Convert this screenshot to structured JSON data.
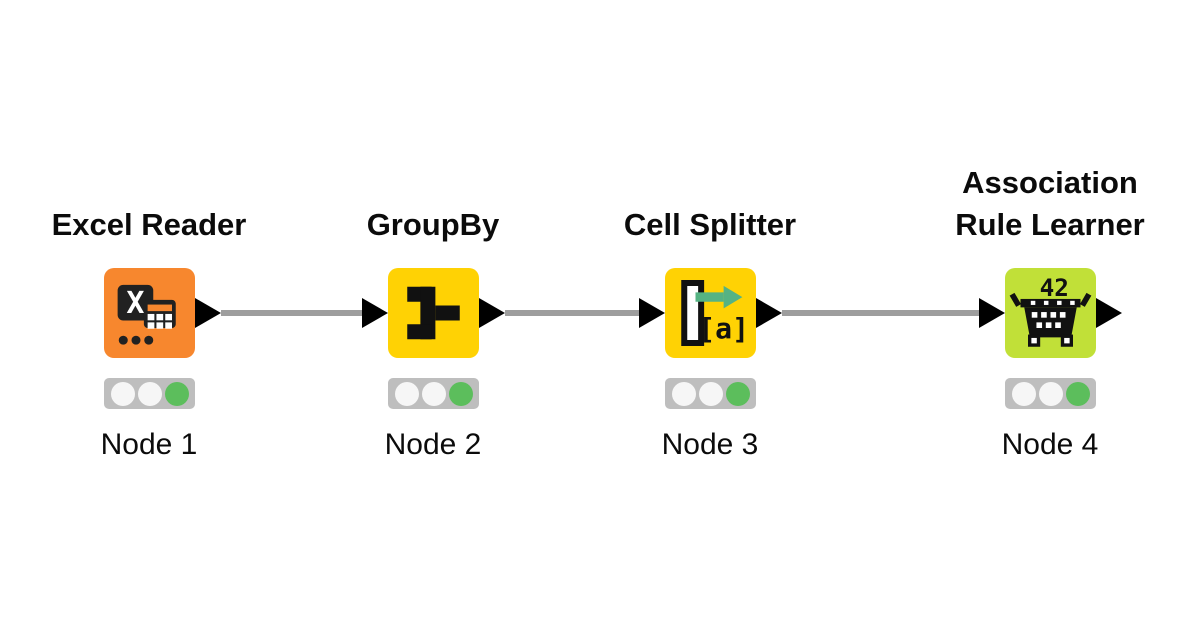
{
  "workflow": {
    "background": "#FFFFFF",
    "wire_color": "#9E9E9E",
    "port_color": "#000000",
    "status_bar_color": "#BEBEBE",
    "nodes": [
      {
        "title": "Excel Reader",
        "label": "Node 1",
        "color": "#F7872E",
        "icon": "excel-reader-icon",
        "icon_text": "X",
        "status": "executed",
        "lights": [
          "#F6F6F6",
          "#F6F6F6",
          "#5CBE5C"
        ]
      },
      {
        "title": "GroupBy",
        "label": "Node 2",
        "color": "#FFD204",
        "icon": "groupby-icon",
        "icon_text": "",
        "status": "executed",
        "lights": [
          "#F6F6F6",
          "#F6F6F6",
          "#5CBE5C"
        ]
      },
      {
        "title": "Cell Splitter",
        "label": "Node 3",
        "color": "#FFD204",
        "icon": "cell-splitter-icon",
        "icon_text": "[a]",
        "status": "executed",
        "lights": [
          "#F6F6F6",
          "#F6F6F6",
          "#5CBE5C"
        ]
      },
      {
        "title": "Association Rule Learner",
        "label": "Node 4",
        "color": "#C1E038",
        "icon": "association-rule-learner-icon",
        "icon_text": "42",
        "status": "executed",
        "lights": [
          "#F6F6F6",
          "#F6F6F6",
          "#5CBE5C"
        ]
      }
    ],
    "connections": [
      {
        "from": "Node 1",
        "to": "Node 2"
      },
      {
        "from": "Node 2",
        "to": "Node 3"
      },
      {
        "from": "Node 3",
        "to": "Node 4"
      }
    ]
  }
}
